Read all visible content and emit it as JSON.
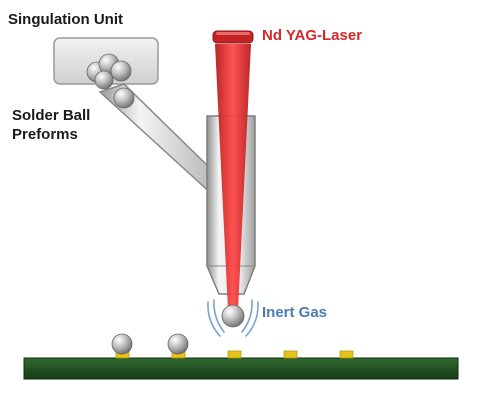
{
  "labels": {
    "singulation_unit": "Singulation Unit",
    "solder_ball_line1": "Solder Ball",
    "solder_ball_line2": "Preforms",
    "laser": "Nd YAG-Laser",
    "inert_gas": "Inert Gas"
  },
  "colors": {
    "laser_red": "#d62828",
    "gas_blue": "#4a7db8",
    "board_green": "#1f4d1f",
    "pad_gold": "#e8c21a",
    "ball_grey": "#b0b0b0",
    "text_dark": "#1a1a1a"
  },
  "board": {
    "placed_balls": 2,
    "empty_pads": 3
  }
}
